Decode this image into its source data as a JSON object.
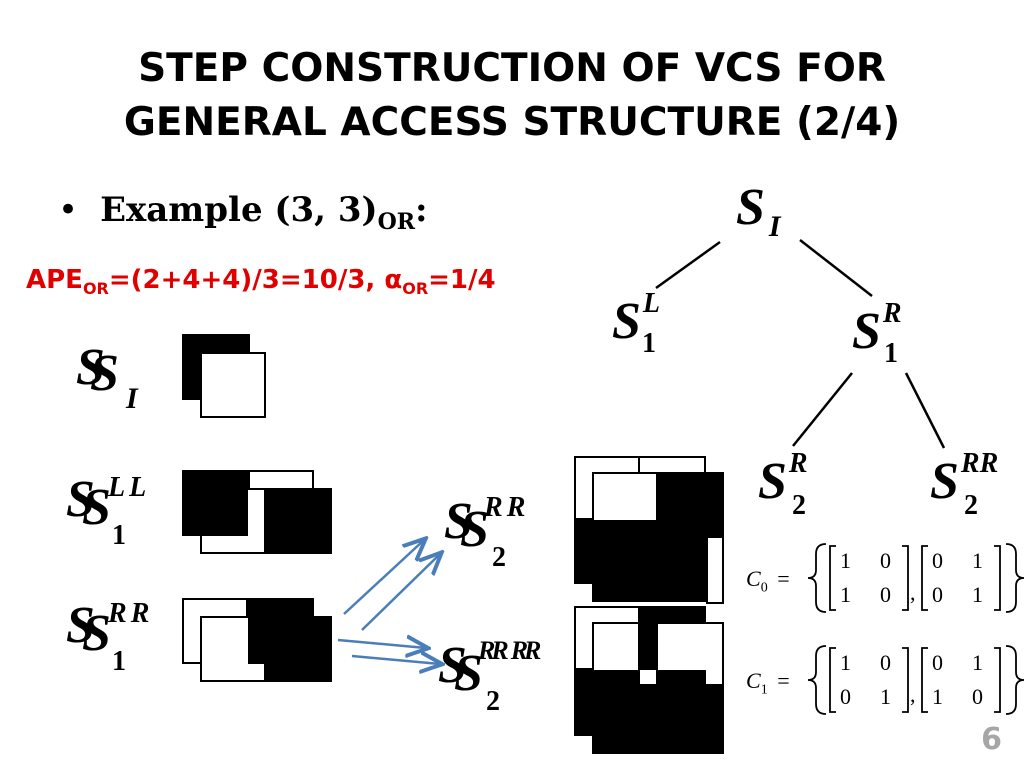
{
  "slide": {
    "title_line1": "STEP CONSTRUCTION OF VCS FOR",
    "title_line2": "GENERAL ACCESS STRUCTURE (2/4)",
    "bullet_text": "Example (3, 3)",
    "bullet_sub": "OR",
    "bullet_colon": ":",
    "ape_prefix": "APE",
    "ape_sub": "OR",
    "ape_expr": "=(2+4+4)/3=10/3, ",
    "alpha": "α",
    "alpha_sub": "OR",
    "alpha_value": "=1/4",
    "page_number": "6"
  },
  "tree": {
    "root": {
      "base": "S",
      "sub": "I"
    },
    "left": {
      "base": "S",
      "sup": "L",
      "sub": "1"
    },
    "right": {
      "base": "S",
      "sup": "R",
      "sub": "1"
    },
    "right_left": {
      "base": "S",
      "sup": "R",
      "sub": "2"
    },
    "right_right": {
      "base": "S",
      "sup": "RR",
      "sub": "2"
    }
  },
  "shares": {
    "si": {
      "base": "S",
      "sub": "I"
    },
    "s1l": {
      "base": "S",
      "sup": "L",
      "sub": "1"
    },
    "s1r": {
      "base": "S",
      "sup": "R",
      "sub": "1"
    },
    "s2r": {
      "base": "S",
      "sup": "R",
      "sub": "2"
    },
    "s2rr": {
      "base": "S",
      "sup": "RR",
      "sub": "2"
    }
  },
  "matrices": {
    "c0_label": "C",
    "c0_sub": "0",
    "c1_label": "C",
    "c1_sub": "1",
    "equals": "=",
    "comma": ",",
    "c0": [
      [
        [
          "1",
          "0"
        ],
        [
          "1",
          "0"
        ]
      ],
      [
        [
          "0",
          "1"
        ],
        [
          "0",
          "1"
        ]
      ]
    ],
    "c1": [
      [
        [
          "1",
          "0"
        ],
        [
          "0",
          "1"
        ]
      ],
      [
        [
          "0",
          "1"
        ],
        [
          "1",
          "0"
        ]
      ]
    ]
  },
  "colors": {
    "accent_red": "#e00000",
    "arrow_blue": "#4a7ebb",
    "page_number_gray": "#a6a6a6"
  }
}
